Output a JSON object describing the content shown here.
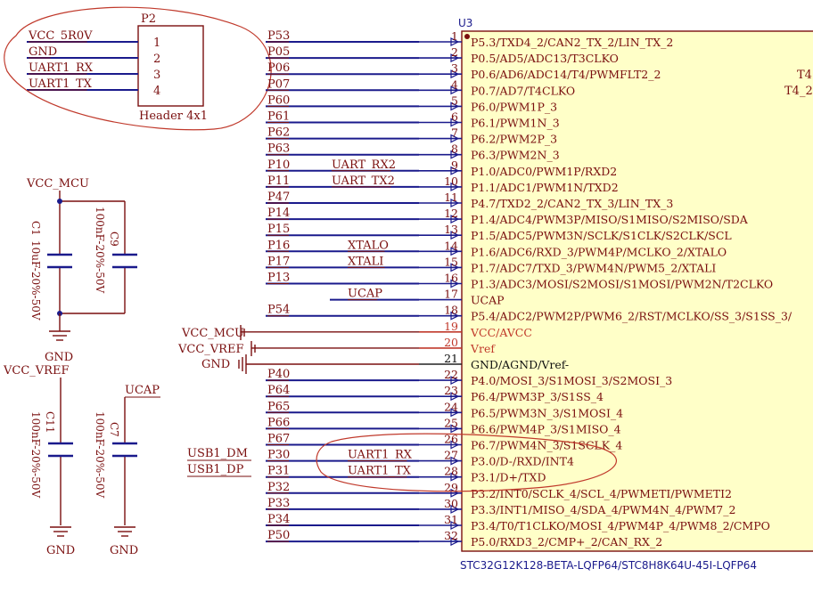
{
  "header": {
    "designator": "P2",
    "pins": [
      {
        "num": "1",
        "net": "VCC_5R0V"
      },
      {
        "num": "2",
        "net": "GND"
      },
      {
        "num": "3",
        "net": "UART1_RX"
      },
      {
        "num": "4",
        "net": "UART1_TX"
      }
    ],
    "comment": "Header 4x1"
  },
  "caps": [
    {
      "ref": "C1",
      "value": "10uF-20%-50V"
    },
    {
      "ref": "C9",
      "value": "100nF-20%-50V"
    },
    {
      "ref": "C11",
      "value": "100nF-20%-50V"
    },
    {
      "ref": "C7",
      "value": "100nF-20%-50V"
    }
  ],
  "power": {
    "vcc_mcu": "VCC_MCU",
    "vcc_vref": "VCC_VREF",
    "ucap": "UCAP",
    "gnd": "GND"
  },
  "ic": {
    "designator": "U3",
    "part": "STC32G12K128-BETA-LQFP64/STC8H8K64U-45I-LQFP64",
    "right_edge_labels": [
      "T4",
      "T4_2"
    ],
    "pins": [
      {
        "net": "P53",
        "num": "1",
        "name": "P5.3/TXD4_2/CAN2_TX_2/LIN_TX_2",
        "sig": ""
      },
      {
        "net": "P05",
        "num": "2",
        "name": "P0.5/AD5/ADC13/T3CLKO",
        "sig": ""
      },
      {
        "net": "P06",
        "num": "3",
        "name": "P0.6/AD6/ADC14/T4/PWMFLT2_2",
        "sig": ""
      },
      {
        "net": "P07",
        "num": "4",
        "name": "P0.7/AD7/T4CLKO",
        "sig": ""
      },
      {
        "net": "P60",
        "num": "5",
        "name": "P6.0/PWM1P_3",
        "sig": ""
      },
      {
        "net": "P61",
        "num": "6",
        "name": "P6.1/PWM1N_3",
        "sig": ""
      },
      {
        "net": "P62",
        "num": "7",
        "name": "P6.2/PWM2P_3",
        "sig": ""
      },
      {
        "net": "P63",
        "num": "8",
        "name": "P6.3/PWM2N_3",
        "sig": ""
      },
      {
        "net": "P10",
        "num": "9",
        "name": "P1.0/ADC0/PWM1P/RXD2",
        "sig": "UART_RX2"
      },
      {
        "net": "P11",
        "num": "10",
        "name": "P1.1/ADC1/PWM1N/TXD2",
        "sig": "UART_TX2"
      },
      {
        "net": "P47",
        "num": "11",
        "name": "P4.7/TXD2_2/CAN2_TX_3/LIN_TX_3",
        "sig": ""
      },
      {
        "net": "P14",
        "num": "12",
        "name": "P1.4/ADC4/PWM3P/MISO/S1MISO/S2MISO/SDA",
        "sig": ""
      },
      {
        "net": "P15",
        "num": "13",
        "name": "P1.5/ADC5/PWM3N/SCLK/S1CLK/S2CLK/SCL",
        "sig": ""
      },
      {
        "net": "P16",
        "num": "14",
        "name": "P1.6/ADC6/RXD_3/PWM4P/MCLKO_2/XTALO",
        "sig": "XTALO"
      },
      {
        "net": "P17",
        "num": "15",
        "name": "P1.7/ADC7/TXD_3/PWM4N/PWM5_2/XTALI",
        "sig": "XTALI"
      },
      {
        "net": "P13",
        "num": "16",
        "name": "P1.3/ADC3/MOSI/S2MOSI/S1MOSI/PWM2N/T2CLKO",
        "sig": ""
      },
      {
        "net": "",
        "num": "17",
        "name": "UCAP",
        "sig": "UCAP"
      },
      {
        "net": "P54",
        "num": "18",
        "name": "P5.4/ADC2/PWM2P/PWM6_2/RST/MCLKO/SS_3/S1SS_3/",
        "sig": ""
      },
      {
        "net": "",
        "num": "19",
        "name": "VCC/AVCC",
        "sig": ""
      },
      {
        "net": "",
        "num": "20",
        "name": "Vref",
        "sig": ""
      },
      {
        "net": "",
        "num": "21",
        "name": "GND/AGND/Vref-",
        "sig": ""
      },
      {
        "net": "P40",
        "num": "22",
        "name": "P4.0/MOSI_3/S1MOSI_3/S2MOSI_3",
        "sig": ""
      },
      {
        "net": "P64",
        "num": "23",
        "name": "P6.4/PWM3P_3/S1SS_4",
        "sig": ""
      },
      {
        "net": "P65",
        "num": "24",
        "name": "P6.5/PWM3N_3/S1MOSI_4",
        "sig": ""
      },
      {
        "net": "P66",
        "num": "25",
        "name": "P6.6/PWM4P_3/S1MISO_4",
        "sig": ""
      },
      {
        "net": "P67",
        "num": "26",
        "name": "P6.7/PWM4N_3/S1SCLK_4",
        "sig": ""
      },
      {
        "net": "P30",
        "num": "27",
        "name": "P3.0/D-/RXD/INT4",
        "sig": "UART1_RX"
      },
      {
        "net": "P31",
        "num": "28",
        "name": "P3.1/D+/TXD",
        "sig": "UART1_TX"
      },
      {
        "net": "P32",
        "num": "29",
        "name": "P3.2/INT0/SCLK_4/SCL_4/PWMETI/PWMETI2",
        "sig": ""
      },
      {
        "net": "P33",
        "num": "30",
        "name": "P3.3/INT1/MISO_4/SDA_4/PWM4N_4/PWM7_2",
        "sig": ""
      },
      {
        "net": "P34",
        "num": "31",
        "name": "P3.4/T0/T1CLKO/MOSI_4/PWM4P_4/PWM8_2/CMPO",
        "sig": ""
      },
      {
        "net": "P50",
        "num": "32",
        "name": "P5.0/RXD3_2/CMP+_2/CAN_RX_2",
        "sig": ""
      }
    ]
  },
  "usb": {
    "dm": "USB1_DM",
    "dp": "USB1_DP"
  }
}
